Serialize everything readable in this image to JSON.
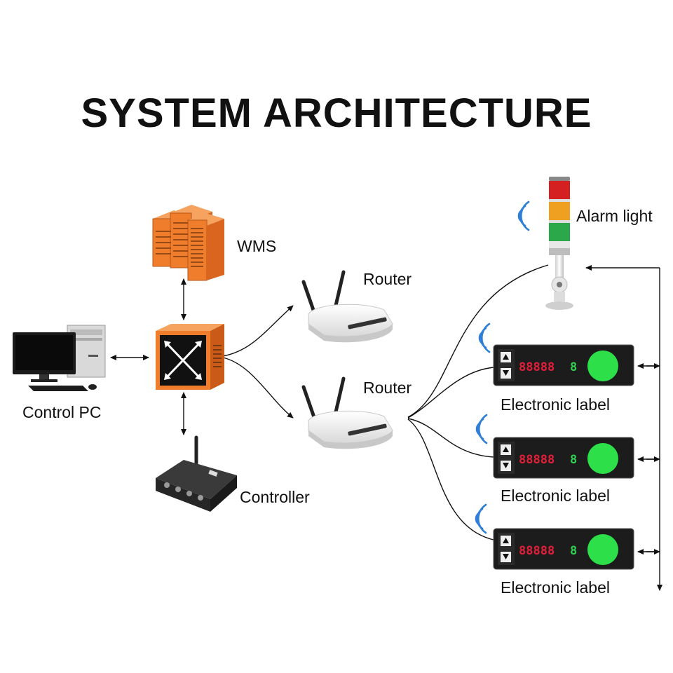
{
  "title": "SYSTEM ARCHITECTURE",
  "nodes": {
    "wms": {
      "label": "WMS",
      "icon": "server-rack-icon",
      "color": "#f07d2c"
    },
    "switch": {
      "icon": "network-switch-icon",
      "color": "#f07d2c"
    },
    "control_pc": {
      "label": "Control PC",
      "icon": "desktop-computer-icon"
    },
    "controller": {
      "label": "Controller",
      "icon": "wireless-controller-icon"
    },
    "router_top": {
      "label": "Router",
      "icon": "wifi-router-icon"
    },
    "router_bottom": {
      "label": "Router",
      "icon": "wifi-router-icon"
    },
    "alarm_light": {
      "label": "Alarm light",
      "icon": "tower-light-icon",
      "colors": [
        "#d42020",
        "#f0a020",
        "#2aa84a"
      ]
    },
    "labels": [
      {
        "label": "Electronic label",
        "display": "888888",
        "icon": "electronic-label-icon",
        "button_color": "#2de04a"
      },
      {
        "label": "Electronic label",
        "display": "888888",
        "icon": "electronic-label-icon",
        "button_color": "#2de04a"
      },
      {
        "label": "Electronic label",
        "display": "888888",
        "icon": "electronic-label-icon",
        "button_color": "#2de04a"
      }
    ]
  },
  "colors": {
    "accent": "#f07d2c",
    "wireless": "#2f7fd8",
    "display_red": "#e0203a",
    "display_green": "#30d050"
  }
}
